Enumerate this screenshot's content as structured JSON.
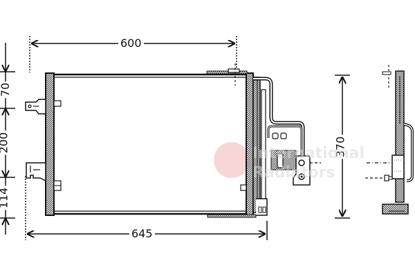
{
  "diagram": {
    "subject": "A/C condenser technical drawing",
    "dimensions": {
      "top_width": "600",
      "bottom_width": "645",
      "side_height": "370",
      "left_segments": [
        "70",
        "200",
        "114"
      ]
    },
    "watermark": {
      "line1": "International",
      "line2": "Radiators",
      "logo_color": "#e85a5a"
    },
    "colors": {
      "line": "#111111",
      "hatch": "#777777",
      "background": "#ffffff"
    }
  }
}
